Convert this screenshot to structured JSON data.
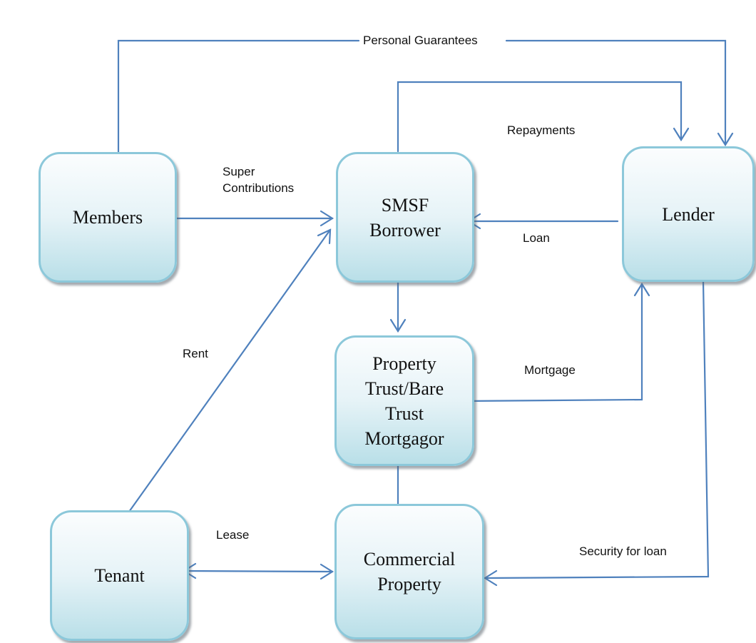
{
  "diagram": {
    "title": "SMSF limited recourse borrowing arrangement",
    "line_color": "#4f81bd",
    "box_border_color": "#8cc8da",
    "nodes": {
      "members": "Members",
      "smsf_borrower": "SMSF\nBorrower",
      "lender": "Lender",
      "property_trust": "Property\nTrust/Bare\nTrust\nMortgagor",
      "tenant": "Tenant",
      "commercial_property": "Commercial\nProperty"
    },
    "edges": [
      {
        "id": "personal-guarantees",
        "from": "Members",
        "to": "Lender",
        "label": "Personal Guarantees"
      },
      {
        "id": "repayments",
        "from": "SMSF Borrower",
        "to": "Lender",
        "label": "Repayments"
      },
      {
        "id": "super-contributions",
        "from": "Members",
        "to": "SMSF Borrower",
        "label": "Super\nContributions"
      },
      {
        "id": "loan",
        "from": "Lender",
        "to": "SMSF Borrower",
        "label": "Loan"
      },
      {
        "id": "smsf-to-trust",
        "from": "SMSF Borrower",
        "to": "Property Trust/Bare Trust Mortgagor",
        "label": ""
      },
      {
        "id": "mortgage",
        "from": "Property Trust/Bare Trust Mortgagor",
        "to": "Lender",
        "label": "Mortgage"
      },
      {
        "id": "rent",
        "from": "Tenant",
        "to": "SMSF Borrower",
        "label": "Rent"
      },
      {
        "id": "trust-to-property",
        "from": "Property Trust/Bare Trust Mortgagor",
        "to": "Commercial Property",
        "label": ""
      },
      {
        "id": "lease",
        "from": "Tenant",
        "to": "Commercial Property",
        "label": "Lease",
        "bidirectional": true
      },
      {
        "id": "security-for-loan",
        "from": "Lender",
        "to": "Commercial Property",
        "label": "Security for loan"
      }
    ]
  }
}
